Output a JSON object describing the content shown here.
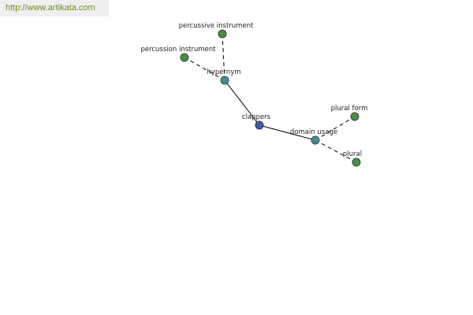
{
  "watermark": {
    "text": "http://www.artikata.com"
  },
  "graph": {
    "colors": {
      "center": "#4a5a9a",
      "relation": "#4d8c8c",
      "term": "#4e8a4e",
      "edge": "#000000",
      "watermark_text": "#6b8e23",
      "watermark_bg": "#efefef"
    },
    "nodes": {
      "clappers": {
        "label": "clappers",
        "kind": "center"
      },
      "hypernym": {
        "label": "hypernym",
        "kind": "relation"
      },
      "domain_usage": {
        "label": "domain usage",
        "kind": "relation"
      },
      "percussive_instrument": {
        "label": "percussive instrument",
        "kind": "term"
      },
      "percussion_instrument": {
        "label": "percussion instrument",
        "kind": "term"
      },
      "plural_form": {
        "label": "plural form",
        "kind": "term"
      },
      "plural": {
        "label": "plural",
        "kind": "term"
      }
    },
    "edges": [
      {
        "from": "clappers",
        "to": "hypernym",
        "style": "solid"
      },
      {
        "from": "clappers",
        "to": "domain_usage",
        "style": "solid"
      },
      {
        "from": "hypernym",
        "to": "percussive_instrument",
        "style": "dashed"
      },
      {
        "from": "hypernym",
        "to": "percussion_instrument",
        "style": "dashed"
      },
      {
        "from": "domain_usage",
        "to": "plural_form",
        "style": "dashed"
      },
      {
        "from": "domain_usage",
        "to": "plural",
        "style": "dashed"
      }
    ]
  }
}
